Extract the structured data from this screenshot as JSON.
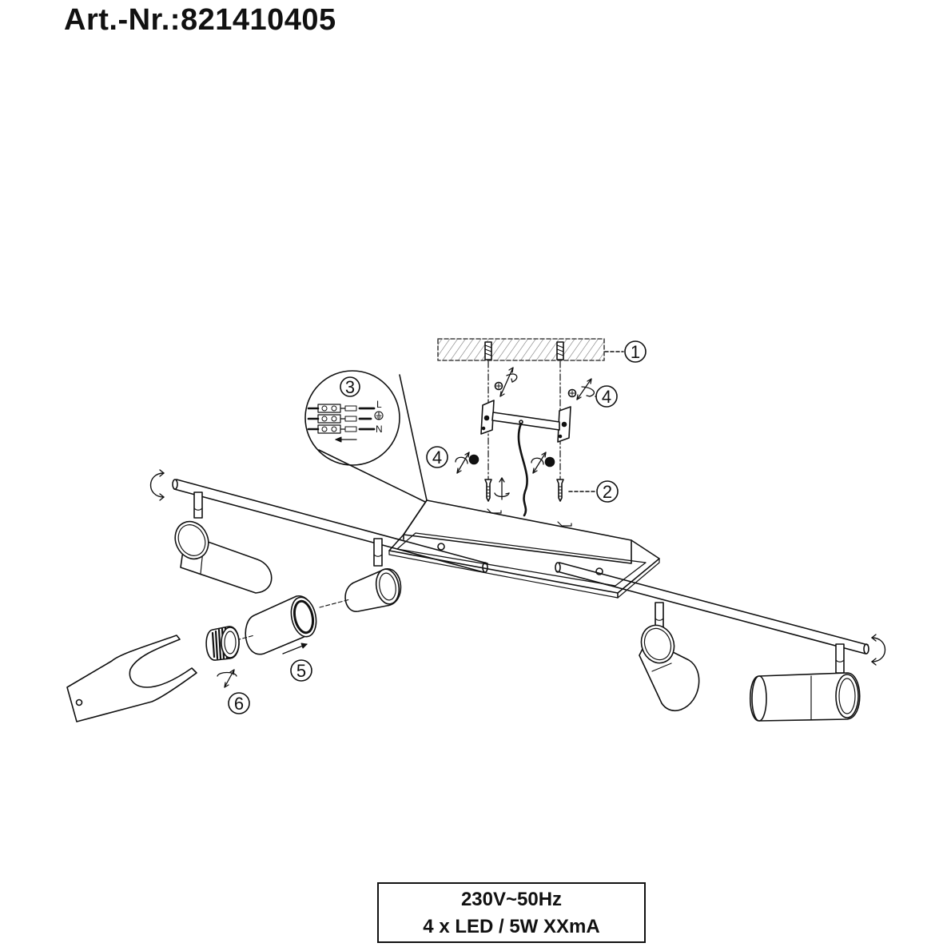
{
  "header": {
    "article_number": "Art.-Nr.:821410405"
  },
  "callouts": {
    "ceiling": "1",
    "screws": "2",
    "terminal_detail": "3",
    "nut_right": "4",
    "nut_left": "4",
    "shade": "5",
    "bulb_ring": "6"
  },
  "terminal": {
    "live": "L",
    "neutral": "N"
  },
  "spec": {
    "voltage": "230V~50Hz",
    "lamps": "4 x LED / 5W  XXmA"
  },
  "icons": {
    "rotation": "curved-double-arrow-icon",
    "ground": "earth-ground-icon",
    "screw": "screw-icon",
    "dowel": "wall-plug-icon"
  }
}
